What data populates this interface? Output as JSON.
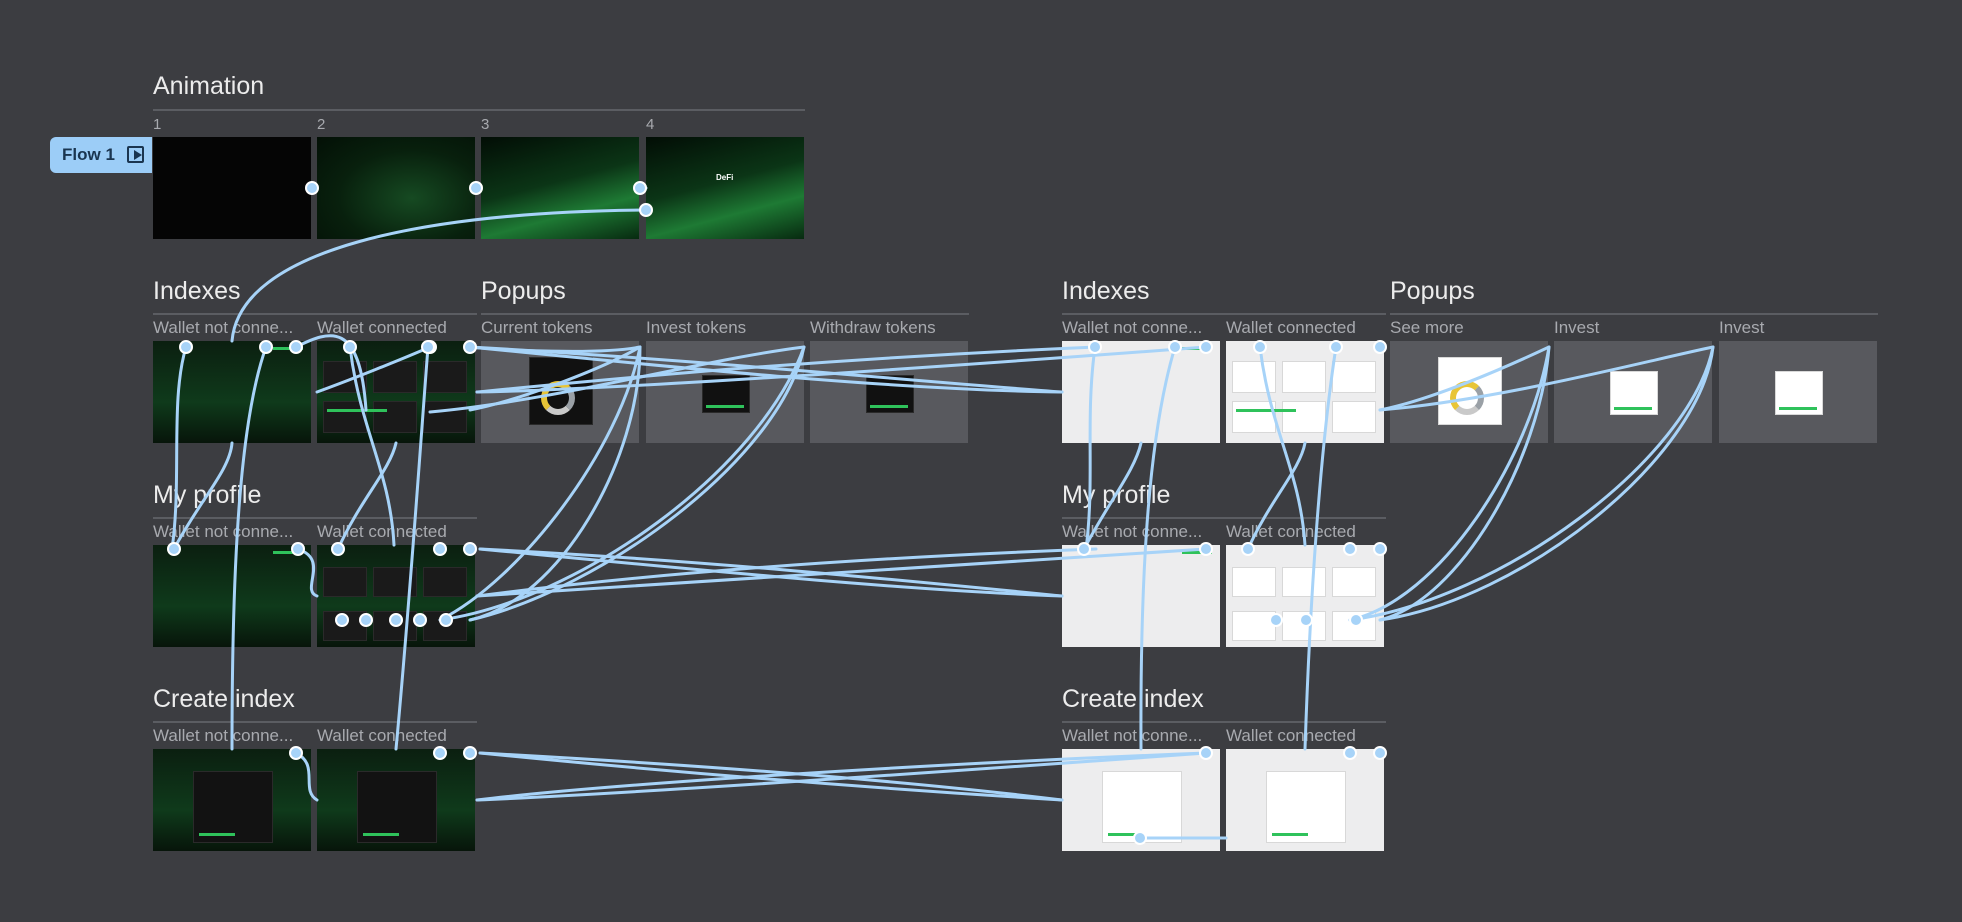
{
  "flow": {
    "label": "Flow 1"
  },
  "animation": {
    "title": "Animation",
    "frames": [
      "1",
      "2",
      "3",
      "4"
    ],
    "logo_text": "DeFi"
  },
  "dark": {
    "indexes": {
      "title": "Indexes",
      "frames": [
        "Wallet not conne...",
        "Wallet connected"
      ]
    },
    "popups": {
      "title": "Popups",
      "frames": [
        "Current tokens",
        "Invest tokens",
        "Withdraw tokens"
      ]
    },
    "profile": {
      "title": "My profile",
      "frames": [
        "Wallet not conne...",
        "Wallet connected"
      ]
    },
    "create": {
      "title": "Create index",
      "frames": [
        "Wallet not conne...",
        "Wallet connected"
      ]
    }
  },
  "light": {
    "indexes": {
      "title": "Indexes",
      "frames": [
        "Wallet not conne...",
        "Wallet connected"
      ]
    },
    "popups": {
      "title": "Popups",
      "frames": [
        "See more",
        "Invest",
        "Invest"
      ]
    },
    "profile": {
      "title": "My profile",
      "frames": [
        "Wallet not conne...",
        "Wallet connected"
      ]
    },
    "create": {
      "title": "Create index",
      "frames": [
        "Wallet not conne...",
        "Wallet connected"
      ]
    }
  },
  "colors": {
    "canvas": "#3c3d41",
    "link": "#a7d3f8",
    "accent": "#2fc25b",
    "flow_badge": "#9ccdf7"
  },
  "icons": {
    "flow": "play-flow-icon"
  }
}
